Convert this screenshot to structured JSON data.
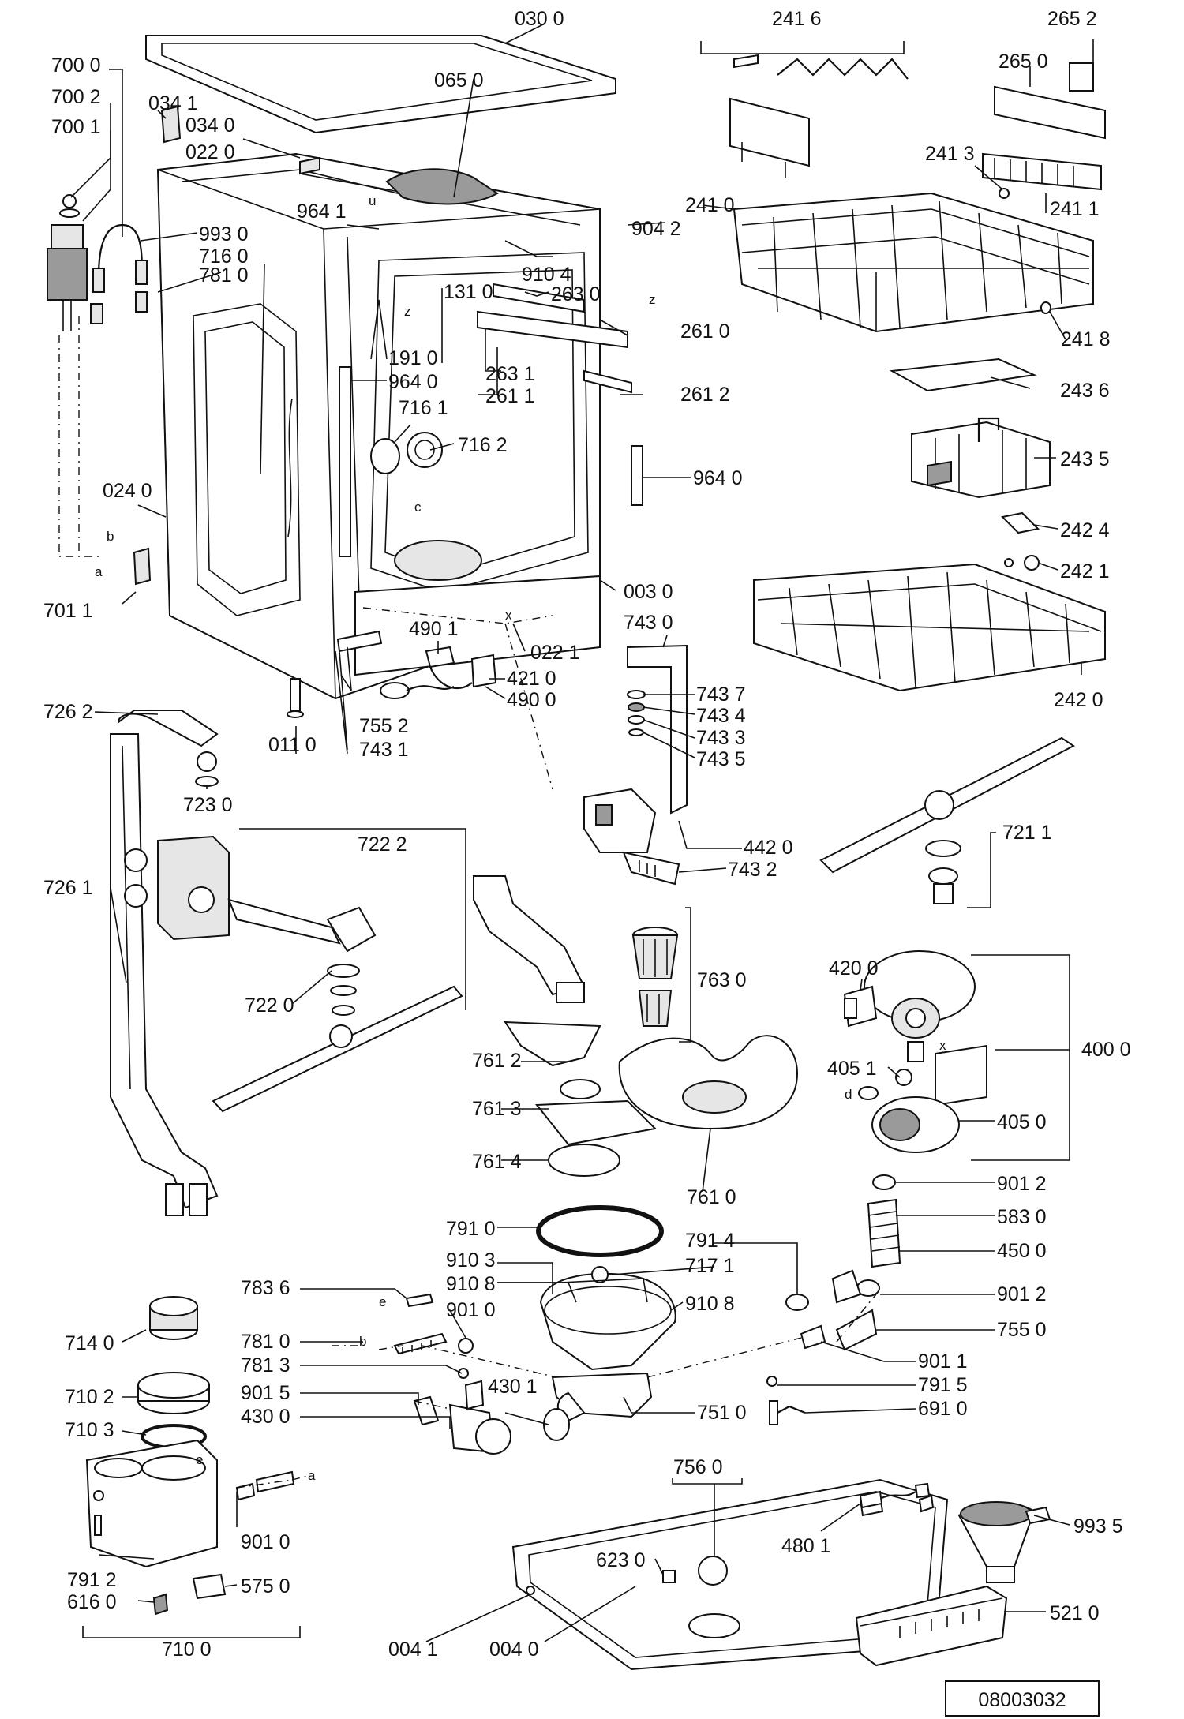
{
  "diagram_id": "08003032",
  "callout_labels": [
    "030 0",
    "241 6",
    "265 2",
    "265 0",
    "700 0",
    "700 2",
    "700 1",
    "034 1",
    "034 0",
    "022 0",
    "065 0",
    "241 3",
    "241 1",
    "964 1",
    "993 0",
    "904 2",
    "241 0",
    "716 0",
    "910 4",
    "781 0",
    "131 0",
    "263 0",
    "261 0",
    "241 8",
    "191 0",
    "263 1",
    "964 0",
    "261 1",
    "261 2",
    "243 6",
    "716 1",
    "716 2",
    "243 5",
    "964 0",
    "024 0",
    "242 4",
    "242 1",
    "701 1",
    "003 0",
    "743 0",
    "490 1",
    "022 1",
    "421 0",
    "490 0",
    "242 0",
    "726 2",
    "743 7",
    "743 4",
    "743 3",
    "743 5",
    "011 0",
    "755 2",
    "743 1",
    "723 0",
    "722 2",
    "442 0",
    "743 2",
    "721 1",
    "726 1",
    "763 0",
    "420 0",
    "400 0",
    "722 0",
    "761 2",
    "405 1",
    "761 3",
    "405 0",
    "761 4",
    "761 0",
    "901 2",
    "583 0",
    "791 0",
    "450 0",
    "791 4",
    "910 3",
    "717 1",
    "910 8",
    "783 6",
    "910 8",
    "901 0",
    "901 2",
    "755 0",
    "714 0",
    "781 0",
    "781 3",
    "901 1",
    "710 2",
    "901 5",
    "430 1",
    "791 5",
    "751 0",
    "430 0",
    "691 0",
    "710 3",
    "756 0",
    "480 1",
    "993 5",
    "623 0",
    "901 0",
    "791 2",
    "575 0",
    "616 0",
    "004 1",
    "004 0",
    "521 0",
    "710 0"
  ],
  "point_letters": [
    "u",
    "z",
    "z",
    "b",
    "a",
    "c",
    "x",
    "x",
    "d",
    "e",
    "e",
    "b",
    "a"
  ]
}
